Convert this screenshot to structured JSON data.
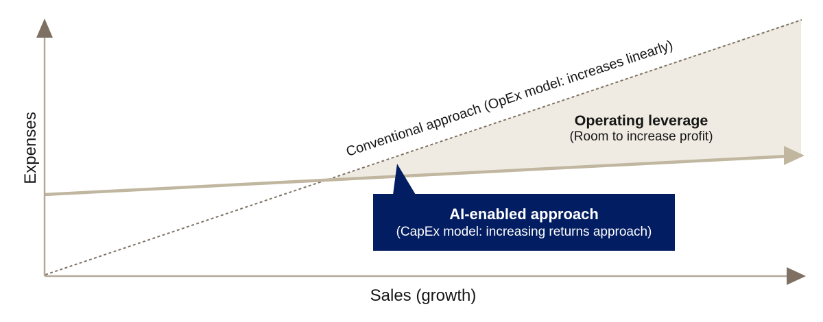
{
  "chart": {
    "y_axis_label": "Expenses",
    "x_axis_label": "Sales (growth)",
    "conventional_line_label": "Conventional approach (OpEx model: increases linearly)",
    "operating_leverage": {
      "title": "Operating leverage",
      "subtitle": "(Room to increase profit)"
    },
    "callout": {
      "title": "AI-enabled approach",
      "subtitle": "(CapEx model: increasing returns approach)"
    }
  },
  "chart_data": {
    "type": "line",
    "title": "",
    "xlabel": "Sales (growth)",
    "ylabel": "Expenses",
    "axes_numeric": false,
    "grid": false,
    "legend_position": "none",
    "x_range_pct": [
      0,
      100
    ],
    "y_range_pct": [
      0,
      100
    ],
    "series": [
      {
        "name": "Conventional approach (OpEx model: increases linearly)",
        "line_style": "dotted",
        "color": "#7C7163",
        "x_pct": [
          0,
          100
        ],
        "y_pct": [
          0,
          100
        ]
      },
      {
        "name": "AI-enabled approach (CapEx model: increasing returns approach)",
        "line_style": "solid",
        "color": "#C1B7A0",
        "x_pct": [
          0,
          100
        ],
        "y_pct": [
          32,
          47
        ]
      }
    ],
    "break_even_x_pct": 38,
    "shaded_region": {
      "label": "Operating leverage (Room to increase profit)",
      "between": [
        "Conventional approach",
        "AI-enabled approach"
      ],
      "from_x_pct": 38,
      "to_x_pct": 100,
      "fill": "#EFEBE2"
    }
  },
  "colors": {
    "navy": "#031D62",
    "beige": "#EFEBE2",
    "tan_line": "#C1B7A0",
    "dotted_line": "#7C7163",
    "axis_line": "#B3A99A",
    "arrow_head": "#7E7163",
    "text": "#161616",
    "callout_text": "#FFFFFF"
  }
}
